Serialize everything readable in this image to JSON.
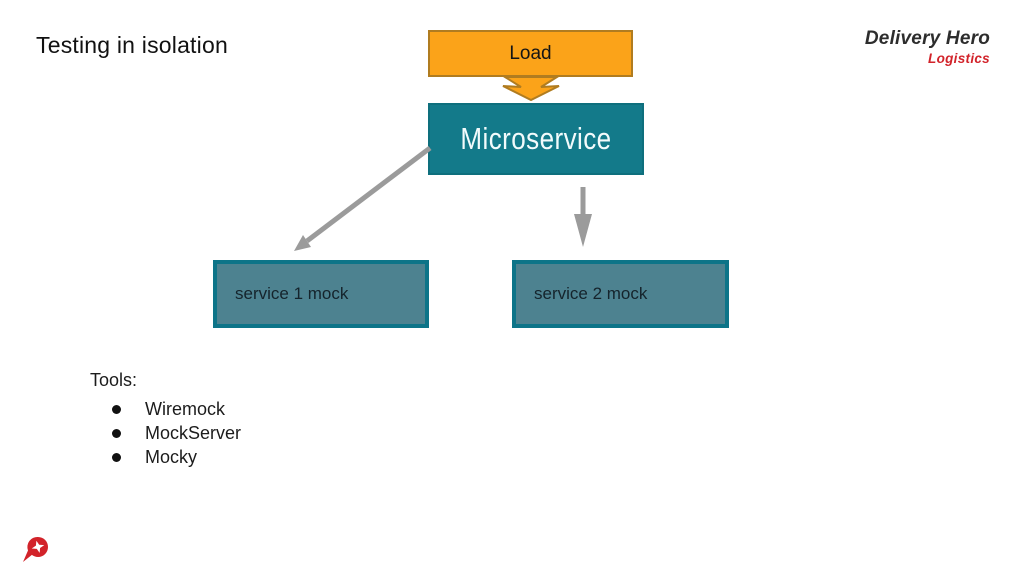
{
  "title": "Testing in isolation",
  "brand": {
    "name": "Delivery Hero",
    "division": "Logistics"
  },
  "diagram": {
    "load_label": "Load",
    "microservice_label": "Microservice",
    "mock1_label": "service 1 mock",
    "mock2_label": "service 2 mock"
  },
  "tools": {
    "heading": "Tools:",
    "items": [
      "Wiremock",
      "MockServer",
      "Mocky"
    ]
  },
  "icons": {
    "footer_logo": "delivery-hero-mark",
    "load_arrow": "down-block-arrow",
    "mock1_arrow": "diagonal-arrow",
    "mock2_arrow": "vertical-arrow"
  },
  "colors": {
    "orange": "#FBA319",
    "orange_border": "#B07C20",
    "teal": "#137A8A",
    "teal_border": "#0E6F7D",
    "mock_fill": "#4D8290",
    "mock_border": "#0D7488",
    "arrow_gray": "#9B9B9B",
    "brand_red": "#D2232A",
    "brand_dark": "#2D2D2D"
  }
}
